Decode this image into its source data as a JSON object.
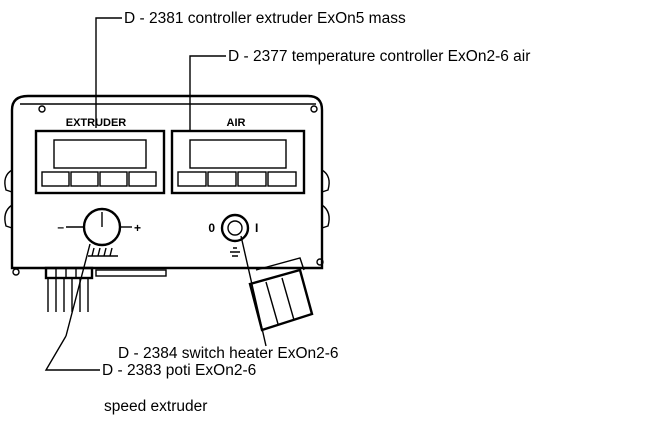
{
  "callouts": {
    "controller_extruder": "D - 2381  controller extruder  ExOn5 mass",
    "temperature_controller": "D - 2377  temperature controller ExOn2-6 air",
    "switch_heater": "D - 2384  switch heater ExOn2-6",
    "poti": "D - 2383  poti ExOn2-6",
    "poti_sub": "speed extruder"
  },
  "panels": {
    "left": "EXTRUDER",
    "right": "AIR"
  },
  "switch_marks": {
    "off": "0",
    "on": "I"
  },
  "poti_marks": {
    "minus": "–",
    "plus": "+"
  }
}
